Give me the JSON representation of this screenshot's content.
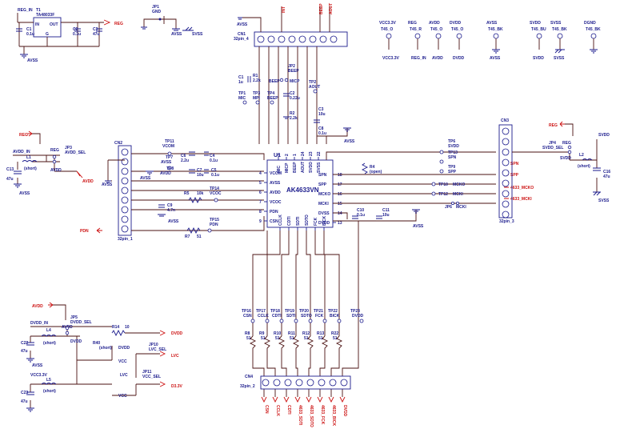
{
  "ic": {
    "ref": "U1",
    "part": "AK4633VN",
    "left_pins": [
      {
        "num": "4",
        "name": "VCOM"
      },
      {
        "num": "5",
        "name": "AVSS"
      },
      {
        "num": "6",
        "name": "AVDD"
      },
      {
        "num": "7",
        "name": "VCOC"
      },
      {
        "num": "8",
        "name": "PDN"
      },
      {
        "num": "9",
        "name": "CSN"
      }
    ],
    "top_pins": [
      {
        "num": "3",
        "name": "MIC"
      },
      {
        "num": "2",
        "name": "MICP"
      },
      {
        "num": "1",
        "name": "BEEP"
      },
      {
        "num": "24",
        "name": "AOUT"
      },
      {
        "num": "23",
        "name": "SVDD"
      },
      {
        "num": "22",
        "name": "SVSS"
      }
    ],
    "right_pins": [
      {
        "num": "18",
        "name": "SPN"
      },
      {
        "num": "17",
        "name": "SPP"
      },
      {
        "num": "16",
        "name": "MCKO"
      },
      {
        "num": "15",
        "name": "MCKI"
      },
      {
        "num": "14",
        "name": "DVSS"
      },
      {
        "num": "13",
        "name": "DVDD"
      }
    ],
    "bottom_pins": [
      {
        "num": "10",
        "name": "CCLK"
      },
      {
        "num": "11",
        "name": "CDTI"
      },
      {
        "num": "12",
        "name": "SDTI"
      },
      {
        "num": "13",
        "name": "SDTO"
      },
      {
        "num": "14",
        "name": "FCK"
      },
      {
        "num": "15",
        "name": "BICK"
      }
    ]
  },
  "regulator": {
    "ref": "T1",
    "part": "TA48033F",
    "in_label": "REG_IN",
    "pin_in": "IN",
    "pin_out": "OUT",
    "pin_gnd": "G",
    "c1": {
      "ref": "C1",
      "value": "0.1u"
    },
    "c2": {
      "ref": "C2",
      "value": "0.1u"
    },
    "c3": {
      "ref": "C3",
      "value": "47u"
    },
    "out_net": "REG",
    "gnd": "AVSS"
  },
  "jp1": {
    "ref": "JP1",
    "label": "GND",
    "avss": "AVSS",
    "svss": "SVSS"
  },
  "cn1": {
    "ref": "CN1",
    "label": "32pin_4",
    "net_labels": [
      "INT",
      "BEEP",
      "AOUT"
    ],
    "avss": "AVSS"
  },
  "test_points": [
    {
      "ref": "T45_O",
      "net": "VCC3.3V"
    },
    {
      "ref": "T45_R",
      "net": "REG_IN"
    },
    {
      "ref": "T45_O",
      "net": "AVDD"
    },
    {
      "ref": "T45_O",
      "net": "DVDD"
    },
    {
      "ref": "T45_BK",
      "net": "AVSS"
    },
    {
      "ref": "T45_BU",
      "net": "SVDD"
    },
    {
      "ref": "T45_BK",
      "net": "SVSS"
    },
    {
      "ref": "T45_BK",
      "net": "DGND"
    }
  ],
  "tp_nets_top": [
    "VCC3.3V",
    "REG",
    "AVDD",
    "DVDD",
    "AVSS",
    "SVDD",
    "SVSS",
    "DGND"
  ],
  "left_supply": {
    "reg": "REG",
    "avdd_in": "AVDD_IN",
    "jp3": "JP3",
    "jp3_label": "AVDD_SEL",
    "reg_lbl": "REG",
    "avdd_lbl": "AVDD",
    "l1": "L1",
    "l1_val": "(short)",
    "c13": "C13",
    "c13_val": "47u",
    "avss": "AVSS",
    "avdd_out": "AVDD"
  },
  "cn2": {
    "ref": "CN2",
    "label": "32pin_1",
    "avss": "AVSS"
  },
  "left_parts": {
    "tp11": "TP11",
    "vcom": "VCOM",
    "c6": "C6",
    "c6v": "2.2u",
    "c4": "C4",
    "c4v": "0.1u",
    "tp7": "TP7",
    "avss": "AVSS",
    "c7": "C7",
    "c7v": "10u",
    "c5": "C5",
    "c5v": "0.1u",
    "tp8": "TP8",
    "avdd": "AVDD",
    "r5": "R5",
    "r5v": "10k",
    "tp14": "TP14",
    "vcoc": "VCOC",
    "c9": "C9",
    "c9v": "4.7n",
    "avss2": "AVSS",
    "tp15": "TP15",
    "pdn": "PDN",
    "r7": "R7",
    "r7v": "51",
    "pdn_in": "PDN"
  },
  "mic_parts": {
    "c1": "C1",
    "c1v": "1u",
    "r1": "R1",
    "r1v": "2.2k",
    "jp2": "JP2",
    "jp2_lbl": "BEEP",
    "beep": "BEEP",
    "micp": "MICP",
    "tp1": "TP1",
    "tp1l": "MIC",
    "tp3": "TP3",
    "tp3l": "MPI",
    "tp4": "TP4",
    "tp4l": "BEEP",
    "c2": "C2",
    "c2v": "0.22u",
    "r2": "R2",
    "r2v": "2.2k",
    "tp2": "TP2",
    "tp2l": "AOUT"
  },
  "svdd_parts": {
    "c3": "C3",
    "c3v": "10u",
    "c8": "C8",
    "c8v": "0.1u",
    "avss": "AVSS"
  },
  "right_parts": {
    "tp6": "TP6",
    "tp6l": "SVDD",
    "tp13": "TP13",
    "tp13l": "SPN",
    "r4": "R4",
    "r4v": "(open)",
    "tp9": "TP9",
    "tp9l": "SPP",
    "tp10": "TP10",
    "tp10l": "MCKO",
    "tp12": "TP12",
    "tp12l": "MCKI",
    "jp6": "JP6",
    "jp6l": "MCKI",
    "c10": "C10",
    "c10v": "0.1u",
    "c11": "C11",
    "c11v": "10u",
    "avss": "AVSS",
    "spn": "SPN",
    "spp": "SPP",
    "mcko": "4633_MCKO",
    "mcki": "4633_MCKI"
  },
  "cn3": {
    "ref": "CN3",
    "label": "32pin_3"
  },
  "svdd_right": {
    "reg": "REG",
    "jp4": "JP4",
    "jp4l": "SVDD_SEL",
    "reg_lbl": "REG",
    "svdd_lbl": "SVDD",
    "l2": "L2",
    "l2v": "(short)",
    "svdd": "SVDD",
    "c16": "C16",
    "c16v": "47u",
    "svss": "SVSS"
  },
  "bottom_tps": [
    {
      "ref": "TP16",
      "net": "CSN"
    },
    {
      "ref": "TP17",
      "net": "CCLK"
    },
    {
      "ref": "TP18",
      "net": "CDTI"
    },
    {
      "ref": "TP19",
      "net": "SDTI"
    },
    {
      "ref": "TP20",
      "net": "SDTO"
    },
    {
      "ref": "TP21",
      "net": "FCK"
    },
    {
      "ref": "TP22",
      "net": "BICK"
    },
    {
      "ref": "TP23",
      "net": "DVDD"
    }
  ],
  "bottom_res": [
    {
      "ref": "R8",
      "value": "51"
    },
    {
      "ref": "R9",
      "value": "51"
    },
    {
      "ref": "R10",
      "value": "51"
    },
    {
      "ref": "R11",
      "value": "51"
    },
    {
      "ref": "R12",
      "value": "51"
    },
    {
      "ref": "R13",
      "value": "51"
    },
    {
      "ref": "R22",
      "value": "51"
    }
  ],
  "cn4": {
    "ref": "CN4",
    "label": "32pin_2"
  },
  "bottom_nets": [
    "CSN",
    "CCLK",
    "CDTI",
    "4633_SDTI",
    "4633_SDTO",
    "4633_FCK",
    "4633_BICK",
    "DVDD"
  ],
  "dvdd_section": {
    "avdd": "AVDD",
    "dvdd_in": "DVDD_IN",
    "jp5": "JP5",
    "jp5l": "DVDD_SEL",
    "avdd_lbl": "AVDD",
    "dvdd_lbl": "DVDD",
    "l4": "L4",
    "l4v": "(short)",
    "c22": "C22",
    "c22v": "47u",
    "avss": "AVSS",
    "r14": "R14",
    "r14v": "10",
    "r40": "R40",
    "r40v": "(short)",
    "dvdd_out": "DVDD",
    "dvdd2": "DVDD",
    "jp10": "JP10",
    "jp10l": "LVC_SEL",
    "lvc_out": "LVC",
    "vcc": "VCC",
    "lvc": "LVC",
    "jp11": "JP11",
    "jp11l": "VCC_SEL",
    "d33": "D3.3V",
    "vcc33": "VCC3.3V",
    "l5": "L5",
    "l5v": "(short)",
    "c23": "C23",
    "c23v": "47u",
    "vcc2": "VCC"
  }
}
